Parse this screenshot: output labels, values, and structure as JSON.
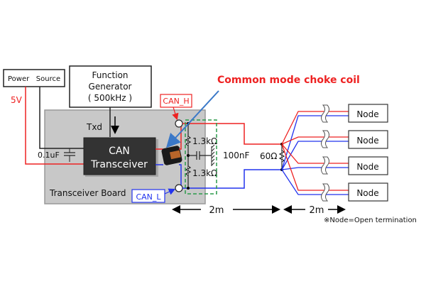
{
  "diagram": {
    "power_source": {
      "label": "Power   Source"
    },
    "voltage": {
      "label": "5V"
    },
    "function_generator": {
      "line1": "Function",
      "line2": "Generator",
      "line3": "( 500kHz )"
    },
    "txd": {
      "label": "Txd"
    },
    "capacitor_board": {
      "label": "0.1uF"
    },
    "transceiver": {
      "line1": "CAN",
      "line2": "Transceiver"
    },
    "board": {
      "label": "Transceiver Board"
    },
    "can_h": {
      "label": "CAN_H"
    },
    "can_l": {
      "label": "CAN_L"
    },
    "choke_callout": {
      "label": "Common mode choke coil"
    },
    "resistor_top": {
      "label": "1.3kΩ"
    },
    "resistor_bottom": {
      "label": "1.3kΩ"
    },
    "split_cap": {
      "label": "100nF"
    },
    "termination": {
      "label": "60Ω"
    },
    "distance_1": {
      "label": "2m"
    },
    "distance_2": {
      "label": "2m"
    },
    "nodes": [
      {
        "label": "Node"
      },
      {
        "label": "Node"
      },
      {
        "label": "Node"
      },
      {
        "label": "Node"
      }
    ],
    "footnote": {
      "label": "※Node=Open termination"
    },
    "colors": {
      "high": "#ee2222",
      "low": "#2233ee",
      "board": "#c8c8c8",
      "transceiver": "#333333",
      "filter_box": "#2a9a4a",
      "callout_arrow": "#3a78c8"
    }
  }
}
